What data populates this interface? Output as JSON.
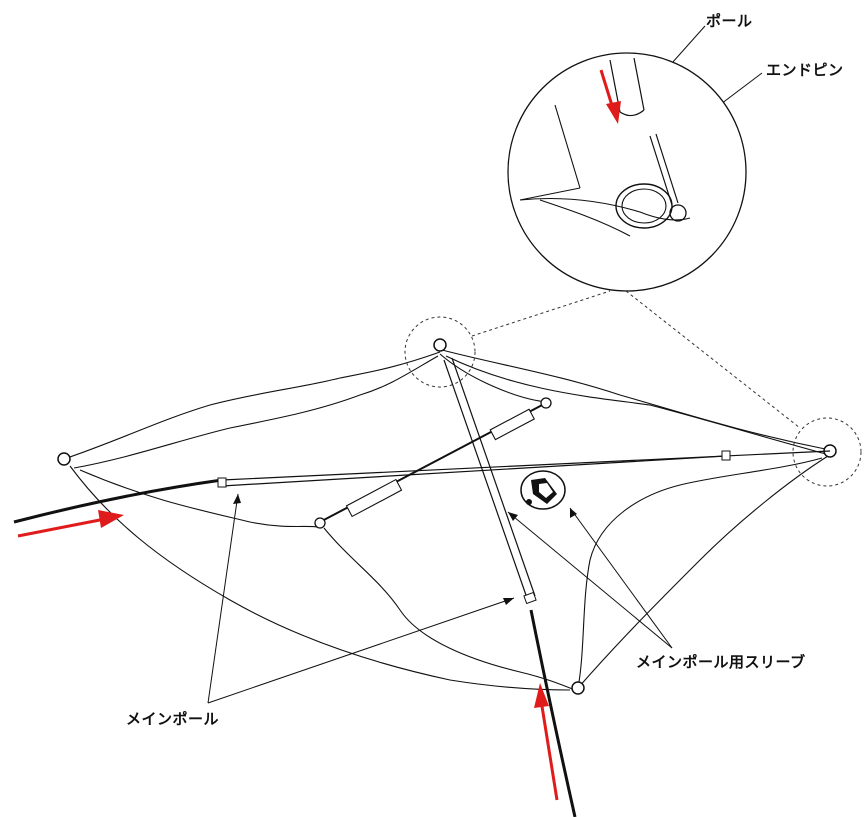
{
  "labels": {
    "pole": "ポール",
    "end_pin": "エンドピン",
    "main_pole_sleeve": "メインポール用スリーブ",
    "main_pole": "メインポール"
  },
  "colors": {
    "line": "#111111",
    "arrow": "#e01b1b",
    "background": "#ffffff"
  },
  "icons": [
    "tent-logo-icon"
  ]
}
